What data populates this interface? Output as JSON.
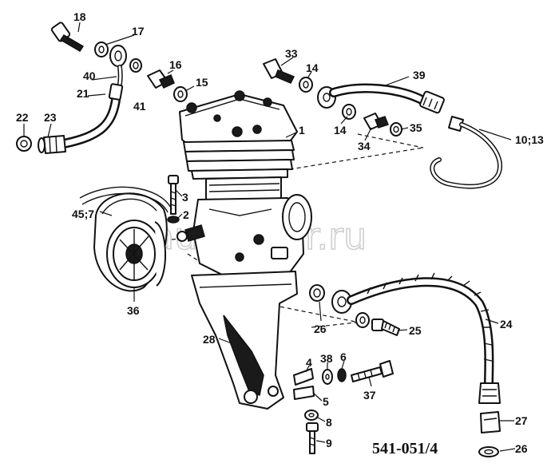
{
  "watermark": "autopiter.ru",
  "drawing_code": "541-051/4",
  "callouts": {
    "c18": "18",
    "c17": "17",
    "c40": "40",
    "c21": "21",
    "c41": "41",
    "c22": "22",
    "c23": "23",
    "c16": "16",
    "c15": "15",
    "c33": "33",
    "c14a": "14",
    "c14b": "14",
    "c39": "39",
    "c1": "1",
    "c34": "34",
    "c35": "35",
    "c1013": "10;13",
    "c3": "3",
    "c2": "2",
    "c457": "45;7",
    "c36": "36",
    "c28": "28",
    "c26a": "26",
    "c25": "25",
    "c24": "24",
    "c4": "4",
    "c38": "38",
    "c6": "6",
    "c37": "37",
    "c5": "5",
    "c8": "8",
    "c9": "9",
    "c27": "27",
    "c26b": "26"
  }
}
